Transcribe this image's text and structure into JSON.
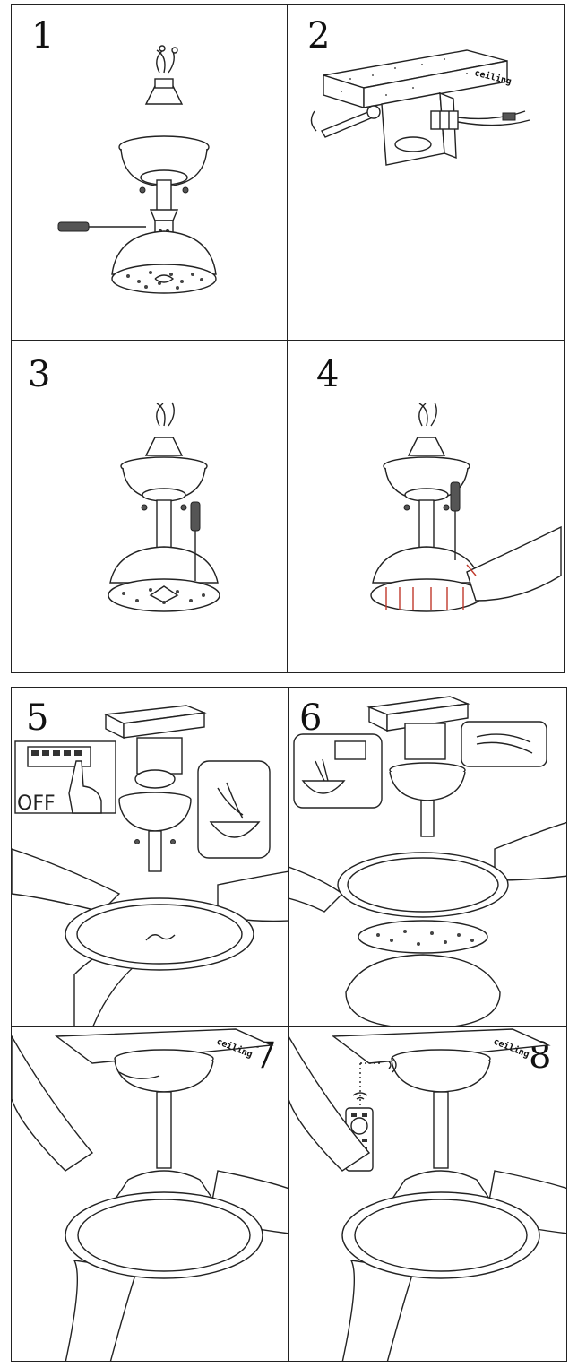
{
  "steps": [
    {
      "number": "1"
    },
    {
      "number": "2",
      "label": "ceiling"
    },
    {
      "number": "3"
    },
    {
      "number": "4"
    },
    {
      "number": "5",
      "switch_label": "OFF"
    },
    {
      "number": "6"
    },
    {
      "number": "7",
      "label": "ceiling"
    },
    {
      "number": "8",
      "label": "ceiling"
    }
  ],
  "icons": [
    "screwdriver-icon",
    "wrench-icon",
    "remote-control-icon",
    "switch-panel-icon",
    "hand-icon"
  ]
}
